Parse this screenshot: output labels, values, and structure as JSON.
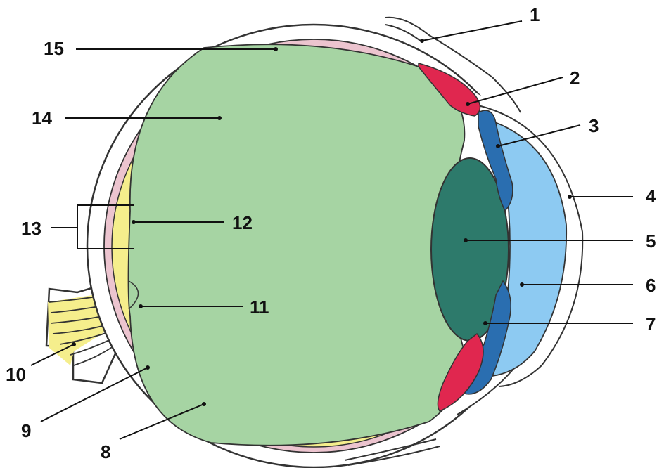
{
  "diagram": {
    "labels": [
      "1",
      "2",
      "3",
      "4",
      "5",
      "6",
      "7",
      "8",
      "9",
      "10",
      "11",
      "12",
      "13",
      "14",
      "15"
    ]
  },
  "colors": {
    "vitreous": "#a6d4a3",
    "lens": "#2d7a6b",
    "cornea_fill": "#8dcaf2",
    "iris": "#2a6eb0",
    "ciliary": "#e0274f",
    "retina": "#f5ee8c",
    "choroid": "#ecc4cf",
    "outline": "#333333",
    "line": "#111111",
    "background": "#ffffff"
  }
}
